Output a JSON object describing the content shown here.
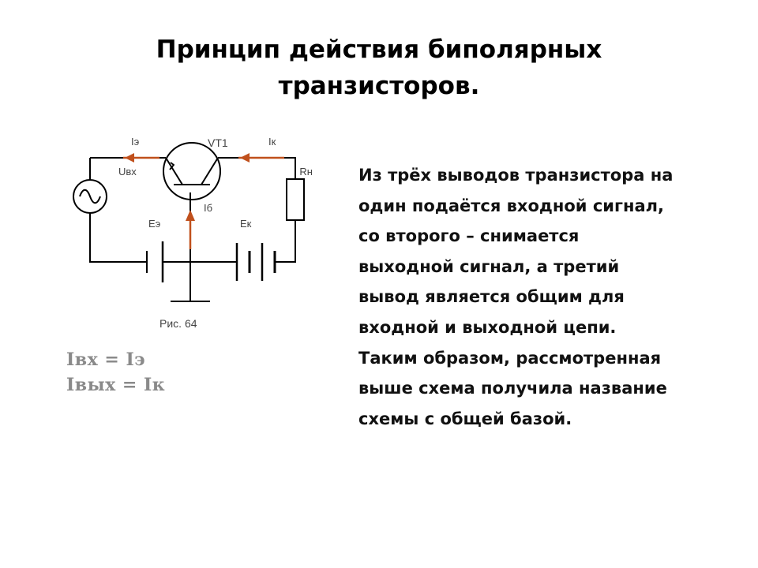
{
  "title": {
    "line1": "Принцип действия биполярных",
    "line2": "транзисторов."
  },
  "figure": {
    "labels": {
      "ie": "Iэ",
      "vt": "VT1",
      "ik": "Iк",
      "uin": "Uвх",
      "rn": "Rн",
      "ib": "Iб",
      "ee": "Eэ",
      "ek": "Eк"
    },
    "caption": "Рис. 64",
    "colors": {
      "wire": "#000000",
      "current_arrow": "#c0501c",
      "label": "#444444"
    }
  },
  "formulas": [
    "Iвх = Iэ",
    "Iвых = Iк"
  ],
  "body_lines": [
    "Из трёх выводов транзистора на",
    "один подаётся входной сигнал,",
    "со второго – снимается",
    "выходной сигнал, а третий",
    "вывод является общим для",
    "входной и выходной цепи.",
    "Таким образом, рассмотренная",
    "выше схема получила название",
    "схемы с общей базой."
  ]
}
